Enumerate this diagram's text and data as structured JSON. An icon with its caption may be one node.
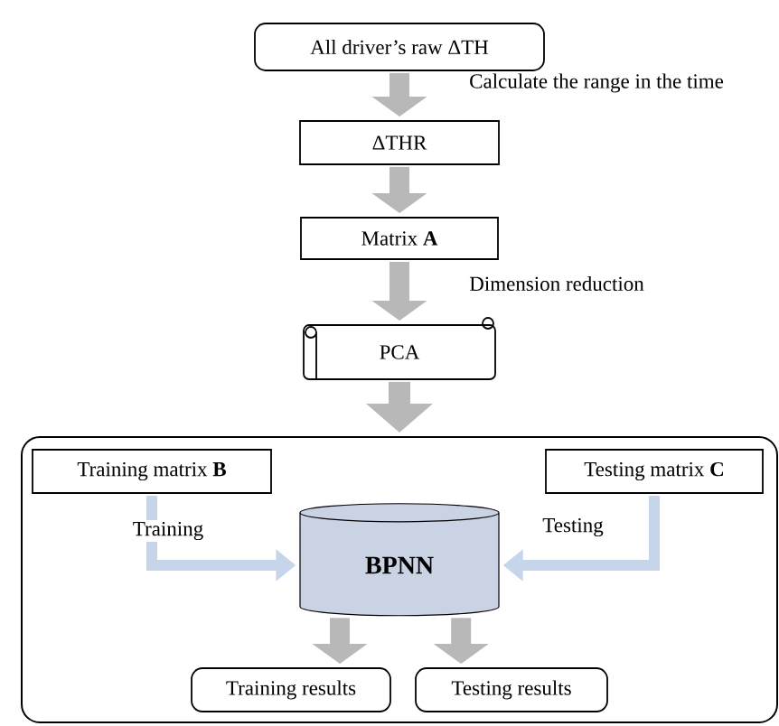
{
  "diagram": {
    "nodes": [
      {
        "text": [
          "All driver’s raw ΔTH"
        ]
      },
      {
        "text": [
          "ΔTHR"
        ]
      },
      {
        "text": [
          "Matrix **A**"
        ]
      },
      {
        "text": [
          "PCA"
        ]
      },
      {
        "text": [],
        "shape": "box"
      },
      {
        "text": [
          "Training matrix **B**"
        ],
        "in": 4
      },
      {
        "text": [
          "Testing matrix **C**"
        ],
        "in": 4
      },
      {
        "text": [
          "BPNN"
        ],
        "in": 4
      },
      {
        "text": [
          "Training results"
        ],
        "in": 4
      },
      {
        "text": [
          "Testing results"
        ],
        "in": 4
      }
    ],
    "edges": [
      {
        "from": 0,
        "to": 1,
        "arrow": "to",
        "label": "Calculate the range in the time"
      },
      {
        "from": 1,
        "to": 2,
        "arrow": "to"
      },
      {
        "from": 2,
        "to": 3,
        "arrow": "to",
        "label": "Dimension reduction"
      },
      {
        "from": 3,
        "to": 4,
        "arrow": "to"
      },
      {
        "from": 5,
        "to": 7,
        "arrow": "to",
        "label": "Training",
        "color": "#c6d5ea"
      },
      {
        "from": 6,
        "to": 7,
        "arrow": "to",
        "label": "Testing",
        "color": "#c6d5ea"
      },
      {
        "from": 7,
        "to": 8,
        "arrow": "to"
      },
      {
        "from": 7,
        "to": 9,
        "arrow": "to"
      }
    ]
  }
}
